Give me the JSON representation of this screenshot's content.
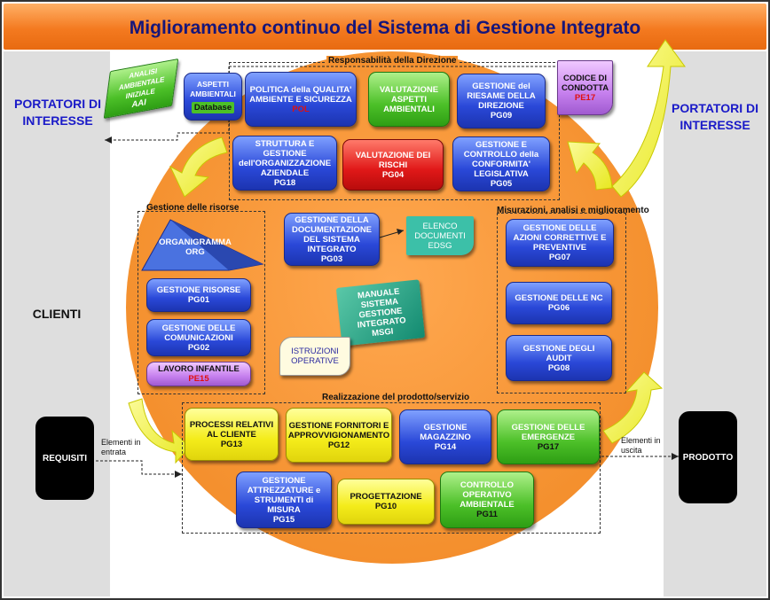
{
  "title": "Miglioramento continuo del Sistema di Gestione Integrato",
  "stakeholders_left": "PORTATORI DI INTERESSE",
  "stakeholders_right": "PORTATORI DI INTERESSE",
  "clients": "CLIENTI",
  "sections": {
    "direzione": "Responsabilità della Direzione",
    "risorse": "Gestione delle risorse",
    "misurazioni": "Misurazioni, analisi e miglioramento",
    "realizzazione": "Realizzazione del prodotto/servizio"
  },
  "aai": {
    "text": "ANALISI AMBIENTALE INIZIALE",
    "code": "AAI"
  },
  "aspetti": {
    "text": "ASPETTI AMBIENTALI",
    "sub": "Database"
  },
  "politica": {
    "text": "POLITICA della QUALITA' AMBIENTE E SICUREZZA",
    "code": "POL"
  },
  "valutazione_aspetti": {
    "text": "VALUTAZIONE ASPETTI AMBIENTALI"
  },
  "riesame": {
    "text": "GESTIONE del RIESAME DELLA DIREZIONE",
    "code": "PG09"
  },
  "codice": {
    "text": "CODICE DI CONDOTTA",
    "code": "PE17"
  },
  "struttura": {
    "text": "STRUTTURA E GESTIONE dell'ORGANIZZAZIONE AZIENDALE",
    "code": "PG18"
  },
  "rischi": {
    "text": "VALUTAZIONE DEI RISCHI",
    "code": "PG04"
  },
  "conformita": {
    "text": "GESTIONE E CONTROLLO della CONFORMITA' LEGISLATIVA",
    "code": "PG05"
  },
  "organigramma": {
    "text": "ORGANIGRAMMA",
    "code": "ORG"
  },
  "risorse": {
    "text": "GESTIONE RISORSE",
    "code": "PG01"
  },
  "comunicazioni": {
    "text": "GESTIONE DELLE COMUNICAZIONI",
    "code": "PG02"
  },
  "infantile": {
    "text": "LAVORO INFANTILE",
    "code": "PE15"
  },
  "documentazione": {
    "text": "GESTIONE DELLA DOCUMENTAZIONE DEL SISTEMA INTEGRATO",
    "code": "PG03"
  },
  "elenco": {
    "text": "ELENCO DOCUMENTI",
    "code": "EDSG"
  },
  "manuale": {
    "text": "MANUALE SISTEMA GESTIONE INTEGRATO",
    "code": "MSGI"
  },
  "istruzioni": {
    "text": "ISTRUZIONI OPERATIVE"
  },
  "correttive": {
    "text": "GESTIONE DELLE AZIONI CORRETTIVE E PREVENTIVE",
    "code": "PG07"
  },
  "nc": {
    "text": "GESTIONE DELLE NC",
    "code": "PG06"
  },
  "audit": {
    "text": "GESTIONE DEGLI AUDIT",
    "code": "PG08"
  },
  "processi": {
    "text": "PROCESSI RELATIVI AL CLIENTE",
    "code": "PG13"
  },
  "fornitori": {
    "text": "GESTIONE FORNITORI E APPROVVIGIONAMENTO",
    "code": "PG12"
  },
  "magazzino": {
    "text": "GESTIONE MAGAZZINO",
    "code": "PG14"
  },
  "emergenze": {
    "text": "GESTIONE DELLE EMERGENZE",
    "code": "PG17"
  },
  "attrezzature": {
    "text": "GESTIONE ATTREZZATURE e STRUMENTI di MISURA",
    "code": "PG15"
  },
  "progettazione": {
    "text": "PROGETTAZIONE",
    "code": "PG10"
  },
  "controllo": {
    "text": "CONTROLLO OPERATIVO AMBIENTALE",
    "code": "PG11"
  },
  "requisiti": "REQUISITI",
  "prodotto": "PRODOTTO",
  "elementi_entrata": "Elementi in entrata",
  "elementi_uscita": "Elementi in uscita",
  "colors": {
    "header": "#f47a20",
    "stake": "#1a1ac8",
    "circle": "#f4902e",
    "arrow": "#f4f430"
  }
}
